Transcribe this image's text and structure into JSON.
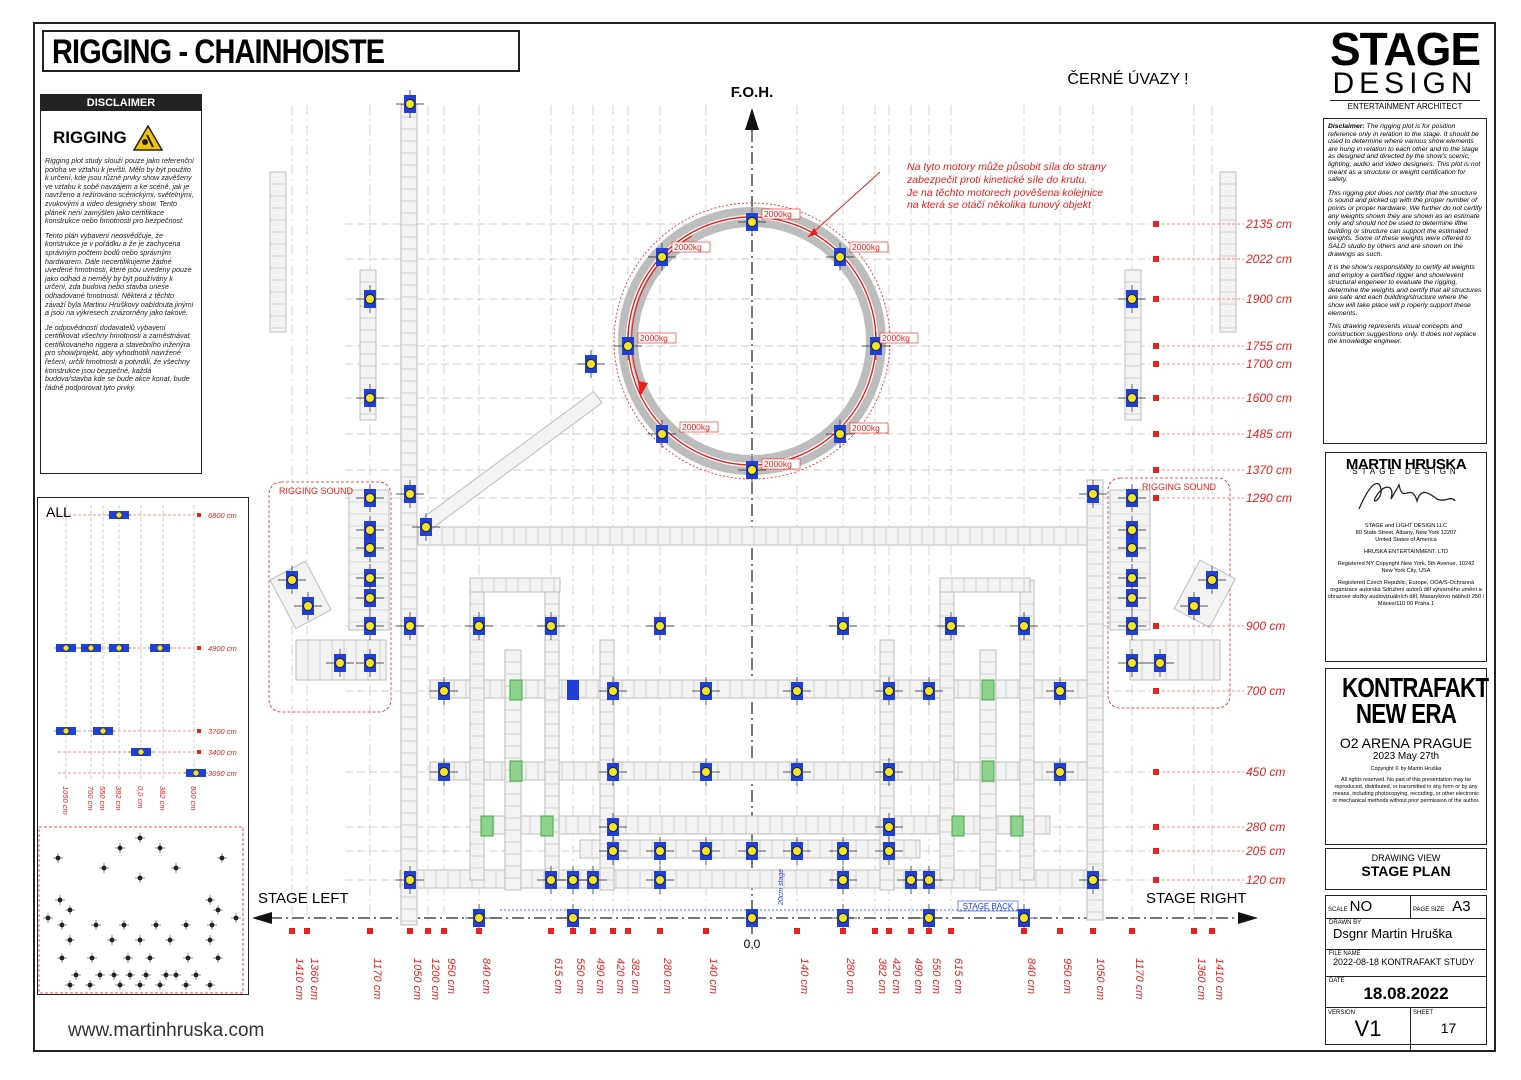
{
  "title": "RIGGING - CHAINHOISTE",
  "disclaimer": {
    "header": "DISCLAIMER",
    "rigging_label": "RIGGING",
    "p1": "Rigging plot study slouží pouze jako referenční poloha ve vztahu k jevišti. Mělo by být použito k určení, kde jsou různé prvky show zavěšeny ve vztahu k sobě navzájem a ke scéně, jak je navrženo a režírováno scénickými, světelnými, zvukovými a video designéry show. Tento plánek není zamýšlen jako certifikace konstrukce nebo hmotnosti pro bezpečnost.",
    "p2": "Tento plán vybavení neosvědčuje, že konstrukce je v pořádku a že je zachycena správným počtem bodů nebo správným hardwarem. Dále necertifikujeme žádné uvedené hmotnosti, které jsou uvedeny pouze jako odhad a neměly by být používány k určení, zda budova nebo stavba unese odhadované hmotnosti. Některá z těchto závaží byla Martinu Hruškovy nabídnuta jinými a jsou na výkresech znázorněny jako takové.",
    "p3": "Je odpovědností dodavatelů vybavení certifikovat všechny hmotnosti a zaměstnávat certifikovaného riggera a stavebního inženýra pro show/projekt, aby vyhodnotili navržené řešení, určili hmotnosti a potvrdili, že všechny konstrukce jsou bezpečné, každá budova/stavba kde se bude akce konat, bude řádně podporovat tyto prvky."
  },
  "logo": {
    "line1": "STAGE",
    "line2": "DESIGN",
    "line3": "ENTERTAINMENT ARCHITECT"
  },
  "right_disclaimer": {
    "lead": "Disclaimer:",
    "p1": " The rigging plot is for position reference only in relation to the stage. It should be used to determine where various show elements are hung in relation to each other and to the stage as designed and directed by the show's scenic, lighting, audio and video designers. This plot is not meant as a structure or weight certification for safety.",
    "p2": "This rigging plot does not certify that the structure is sound and picked up with the proper number of points or proper hardware. We further do not certify any weights shown they are shown as an estimate only and should not be used to determine ifthe building or structure can support the estimated weights. Some of these weights were offered to SALD studio by others and are shown on the drawings as such.",
    "p3": "It is the show's responsibility to certify all weights and employ a certified rigger and show/event structural engeneer to evaluate the rigging, determine the weights and certify that all structures are safe and each building/structure where the show will take place will p roperly support these elements.",
    "p4": "This drawing represents visual concepts and construction suggestions only. It does not replace the knowledge engineer."
  },
  "company": {
    "name1": "MARTIN HRUSKA",
    "name2": "STAGE DESIGN",
    "t1": "STAGE and LIGHT DESIGN.LLC",
    "t2": "80 State Street, Albany, New York 12207",
    "t3": "United States of America",
    "t4": "HRUSKA ENTERTAINMENT. LTD",
    "t5": "Registered NY Copyright New York, 5th Avenue, 10242",
    "t6": "New York City, USA",
    "t7": "Registered Czech Republic, Europe, OOA/S-Ochranná organizace autorská Sdružení autorů děl výtvarného umění a obrazové složky audiovizuálních děl, Masarykovo nábřeží 250 / Mánes/110 00 Praha 1"
  },
  "project": {
    "name1": "KONTRAFAKT",
    "name2": "NEW ERA",
    "venue": "O2 ARENA PRAGUE",
    "date": "2023 May 27th",
    "copyright": "Copyright © by Martin Hruška",
    "rights": "All rights reserved. No part of this presentation may be reproduced, distributed, or transmitted in any form or by any means, including photocopying, recording, or other electronic or mechanical methods without prior permission of the author."
  },
  "drawing_view": {
    "label": "DRAWING VIEW",
    "value": "STAGE PLAN"
  },
  "titleblock": {
    "scale_label": "SCALE",
    "scale": "NO",
    "page_label": "PAGE SIZE",
    "page": "A3",
    "drawn_label": "DRAWN BY",
    "drawn": "Dsgnr Martin Hruška",
    "file_label": "FILE NAME",
    "file": "2022-08-18 KONTRAFAKT STUDY",
    "date_label": "DATE",
    "date": "18.08.2022",
    "version_label": "VERSION",
    "version": "V1",
    "sheet_label": "SHEET",
    "sheet": "17"
  },
  "website": "www.martinhruska.com",
  "plan": {
    "foh": "F.O.H.",
    "cerne": "ČERNÉ ÚVAZY !",
    "note": [
      "Na tyto motory může působit síla do strany",
      "zabezpečit proti kinetické síle do krutu.",
      "Je na těchto motorech pověšena kolejnice",
      "na která se otáčí několika tunový objekt"
    ],
    "stage_left": "STAGE LEFT",
    "stage_right": "STAGE RIGHT",
    "origin": "0,0",
    "stage_back": "STAGE BACK",
    "stage_offset": "20cm stage",
    "rigging_sound": "RIGGING SOUND",
    "load": "2000kg",
    "y_levels": [
      "2135 cm",
      "2022 cm",
      "1900 cm",
      "1755 cm",
      "1700 cm",
      "1600 cm",
      "1485 cm",
      "1370 cm",
      "1290 cm",
      "900 cm",
      "700 cm",
      "450 cm",
      "280 cm",
      "205 cm",
      "120 cm"
    ],
    "x_left": [
      "1410 cm",
      "1360 cm",
      "1170 cm",
      "1050 cm",
      "1200 cm",
      "950 cm",
      "840 cm",
      "615 cm",
      "550 cm",
      "490 cm",
      "420 cm",
      "382 cm",
      "280 cm",
      "140 cm"
    ],
    "x_right": [
      "140 cm",
      "280 cm",
      "382 cm",
      "420 cm",
      "490 cm",
      "550 cm",
      "615 cm",
      "840 cm",
      "950 cm",
      "1050 cm",
      "1170 cm",
      "1360 cm",
      "1410 cm"
    ]
  },
  "inset": {
    "label": "ALL",
    "y_levels": [
      "6800 cm",
      "4900 cm",
      "3700 cm",
      "3400 cm",
      "3090 cm"
    ],
    "x_labels": [
      "1050 cm",
      "700 cm",
      "550 cm",
      "382 cm",
      "0,0 cm",
      "382 cm",
      "800 cm"
    ]
  },
  "colors": {
    "accent_red": "#e8211d",
    "hoist_blue": "#1f3fd8",
    "hoist_yellow": "#f3e52a",
    "green": "#8fd18f",
    "truss": "#bdbdbd"
  }
}
